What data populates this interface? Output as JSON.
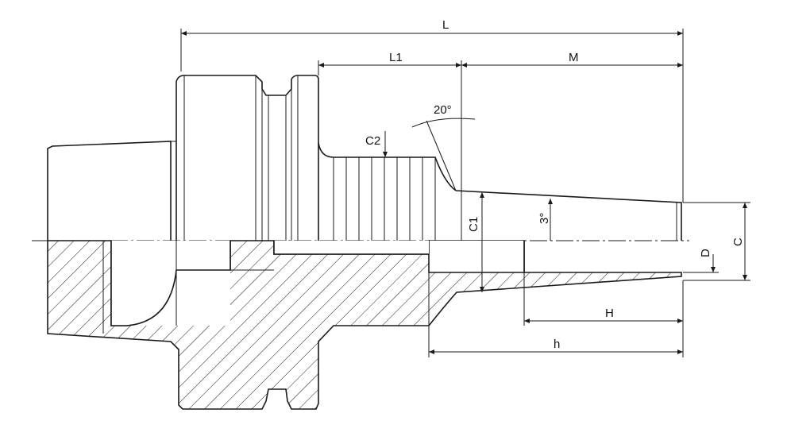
{
  "labels": {
    "L": "L",
    "L1": "L1",
    "M": "M",
    "angle_20": "20°",
    "C2": "C2",
    "C1": "C1",
    "angle_3": "3°",
    "C": "C",
    "D": "D",
    "H": "H",
    "h": "h"
  }
}
